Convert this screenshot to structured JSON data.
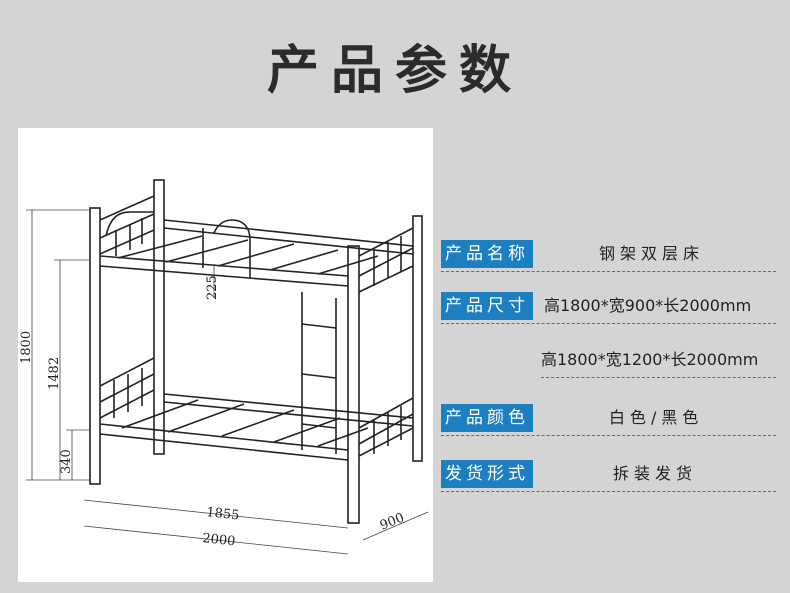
{
  "title": "产品参数",
  "dimensions": {
    "d1800": "1800",
    "d1482": "1482",
    "d340": "340",
    "d225": "225",
    "d1855": "1855",
    "d2000": "2000",
    "d900": "900"
  },
  "specs": [
    {
      "label": "产品名称",
      "value": "钢架双层床"
    },
    {
      "label": "产品尺寸",
      "value": "高1800*宽900*长2000mm"
    },
    {
      "label": "产品颜色",
      "value": "白色/黑色"
    },
    {
      "label": "发货形式",
      "value": "拆装发货"
    }
  ],
  "size_extra": "高1800*宽1200*长2000mm",
  "colors": {
    "accent": "#1d7fbf",
    "background": "#d4d4d4"
  }
}
